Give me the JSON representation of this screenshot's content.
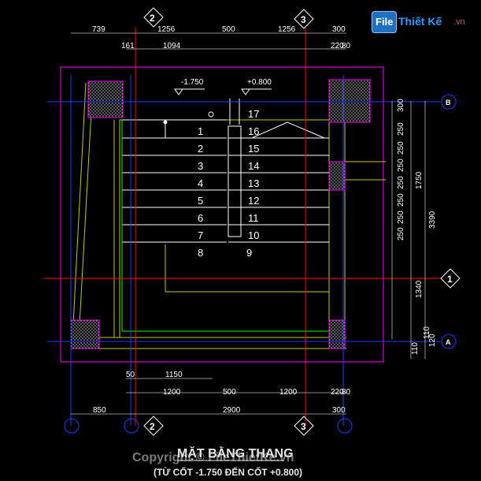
{
  "logo": {
    "brand": "File",
    "name": "Thiết Kế",
    "tld": ".vn"
  },
  "axes": {
    "a2": "2",
    "a3": "3",
    "a1": "1",
    "aA": "A",
    "aB": "B"
  },
  "levels": {
    "left": "-1.750",
    "right": "+0.800"
  },
  "steps_left": [
    "1",
    "2",
    "3",
    "4",
    "5",
    "6",
    "7",
    "8"
  ],
  "steps_right": [
    "17",
    "16",
    "15",
    "14",
    "13",
    "12",
    "11",
    "10",
    "9"
  ],
  "dims_top_row1": [
    "739",
    "1256",
    "500",
    "1256",
    "300"
  ],
  "dims_top_row2": [
    "161",
    "1094",
    "220",
    "80"
  ],
  "dims_right_col1": [
    "300",
    "250",
    "250",
    "250",
    "250",
    "250",
    "250",
    "250"
  ],
  "dims_right_col2": [
    "1750",
    "1340",
    "110",
    "120"
  ],
  "dims_right_total": "3390",
  "dims_right_small": "110",
  "dims_bottom_row1": [
    "50",
    "1150"
  ],
  "dims_bottom_row2": [
    "1200",
    "500",
    "1200",
    "220",
    "80"
  ],
  "dims_bottom_row3": [
    "850",
    "2900",
    "300"
  ],
  "title": "MẶT BẰNG THANG",
  "subtitle": "(TỪ CỐT -1.750 ĐẾN CỐT +0.800)",
  "watermark": "Copyright © FileThietKe.vn",
  "colors": {
    "bg": "#000000",
    "wall": "#c8c800",
    "grid_red": "#ff0000",
    "grid_blue": "#1f3cff",
    "magenta": "#ff00ff",
    "green": "#00ff00",
    "white": "#ffffff"
  }
}
